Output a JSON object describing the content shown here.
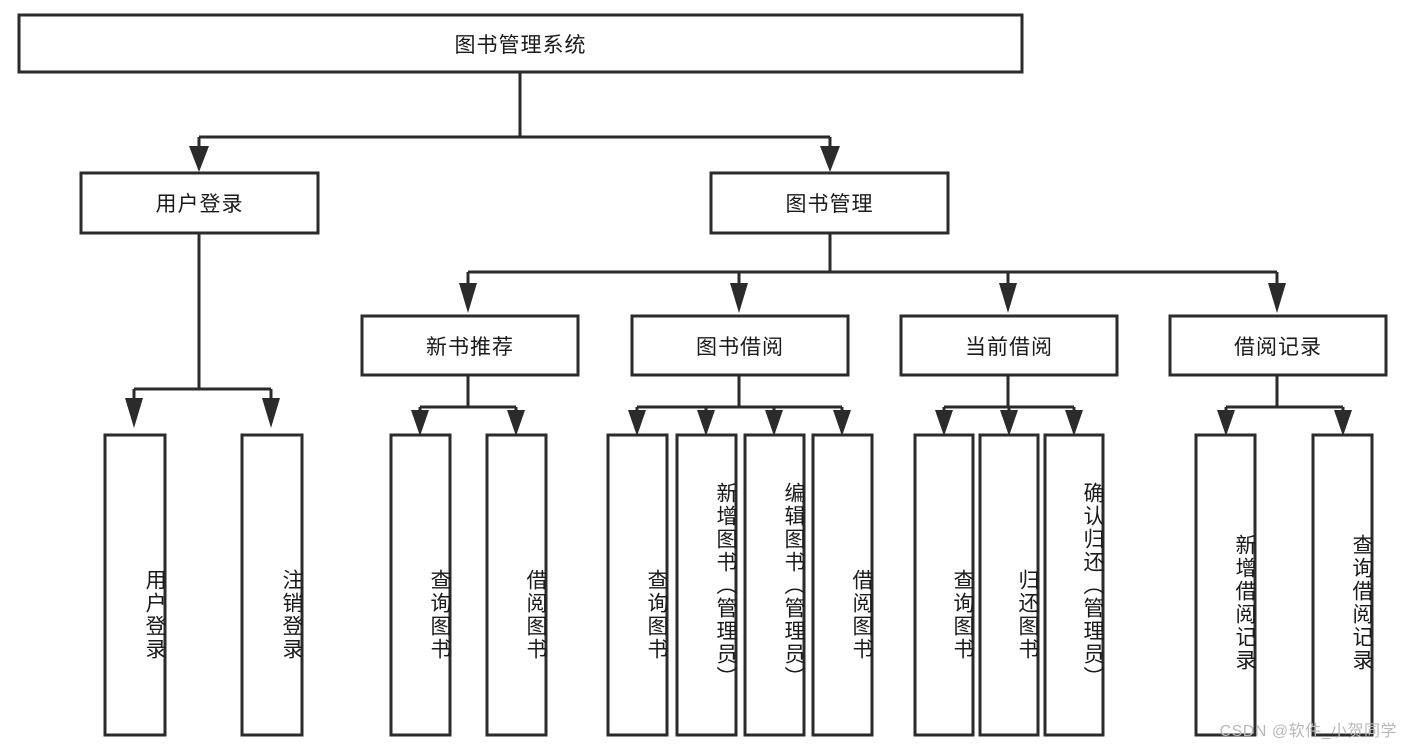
{
  "diagram": {
    "title": "图书管理系统",
    "type": "hierarchy-tree",
    "watermark": "CSDN @软件_小贺同学",
    "nodes": {
      "root": {
        "label": "图书管理系统",
        "level": 1,
        "orientation": "horizontal"
      },
      "l2_user_login": {
        "label": "用户登录",
        "level": 2,
        "orientation": "horizontal"
      },
      "l2_book_manage": {
        "label": "图书管理",
        "level": 2,
        "orientation": "horizontal"
      },
      "l3_new_book_rec": {
        "label": "新书推荐",
        "level": 3,
        "orientation": "horizontal"
      },
      "l3_book_borrow": {
        "label": "图书借阅",
        "level": 3,
        "orientation": "horizontal"
      },
      "l3_current_borrow": {
        "label": "当前借阅",
        "level": 3,
        "orientation": "horizontal"
      },
      "l3_borrow_record": {
        "label": "借阅记录",
        "level": 3,
        "orientation": "horizontal"
      },
      "leaf_user_login": {
        "label": "用户登录",
        "level": 4,
        "orientation": "vertical"
      },
      "leaf_logout": {
        "label": "注销登录",
        "level": 4,
        "orientation": "vertical"
      },
      "leaf_query_book_1": {
        "label": "查询图书",
        "level": 4,
        "orientation": "vertical"
      },
      "leaf_borrow_book_1": {
        "label": "借阅图书",
        "level": 4,
        "orientation": "vertical"
      },
      "leaf_query_book_2": {
        "label": "查询图书",
        "level": 4,
        "orientation": "vertical"
      },
      "leaf_add_book": {
        "label": "新增图书（管理员）",
        "level": 4,
        "orientation": "vertical"
      },
      "leaf_edit_book": {
        "label": "编辑图书（管理员）",
        "level": 4,
        "orientation": "vertical"
      },
      "leaf_borrow_book_2": {
        "label": "借阅图书",
        "level": 4,
        "orientation": "vertical"
      },
      "leaf_query_book_3": {
        "label": "查询图书",
        "level": 4,
        "orientation": "vertical"
      },
      "leaf_return_book": {
        "label": "归还图书",
        "level": 4,
        "orientation": "vertical"
      },
      "leaf_confirm_return": {
        "label": "确认归还（管理员）",
        "level": 4,
        "orientation": "vertical"
      },
      "leaf_add_record": {
        "label": "新增借阅记录",
        "level": 4,
        "orientation": "vertical"
      },
      "leaf_query_record": {
        "label": "查询借阅记录",
        "level": 4,
        "orientation": "vertical"
      }
    },
    "edges": [
      {
        "from": "root",
        "to": "l2_user_login"
      },
      {
        "from": "root",
        "to": "l2_book_manage"
      },
      {
        "from": "l2_user_login",
        "to": "leaf_user_login"
      },
      {
        "from": "l2_user_login",
        "to": "leaf_logout"
      },
      {
        "from": "l2_book_manage",
        "to": "l3_new_book_rec"
      },
      {
        "from": "l2_book_manage",
        "to": "l3_book_borrow"
      },
      {
        "from": "l2_book_manage",
        "to": "l3_current_borrow"
      },
      {
        "from": "l2_book_manage",
        "to": "l3_borrow_record"
      },
      {
        "from": "l3_new_book_rec",
        "to": "leaf_query_book_1"
      },
      {
        "from": "l3_new_book_rec",
        "to": "leaf_borrow_book_1"
      },
      {
        "from": "l3_book_borrow",
        "to": "leaf_query_book_2"
      },
      {
        "from": "l3_book_borrow",
        "to": "leaf_add_book"
      },
      {
        "from": "l3_book_borrow",
        "to": "leaf_edit_book"
      },
      {
        "from": "l3_book_borrow",
        "to": "leaf_borrow_book_2"
      },
      {
        "from": "l3_current_borrow",
        "to": "leaf_query_book_3"
      },
      {
        "from": "l3_current_borrow",
        "to": "leaf_return_book"
      },
      {
        "from": "l3_current_borrow",
        "to": "leaf_confirm_return"
      },
      {
        "from": "l3_borrow_record",
        "to": "leaf_add_record"
      },
      {
        "from": "l3_borrow_record",
        "to": "leaf_query_record"
      }
    ],
    "colors": {
      "box_fill": "#ffffff",
      "box_stroke": "#2b2b2b",
      "text": "#1a1a1a",
      "background": "#ffffff",
      "watermark": "#b9b9b9"
    }
  }
}
